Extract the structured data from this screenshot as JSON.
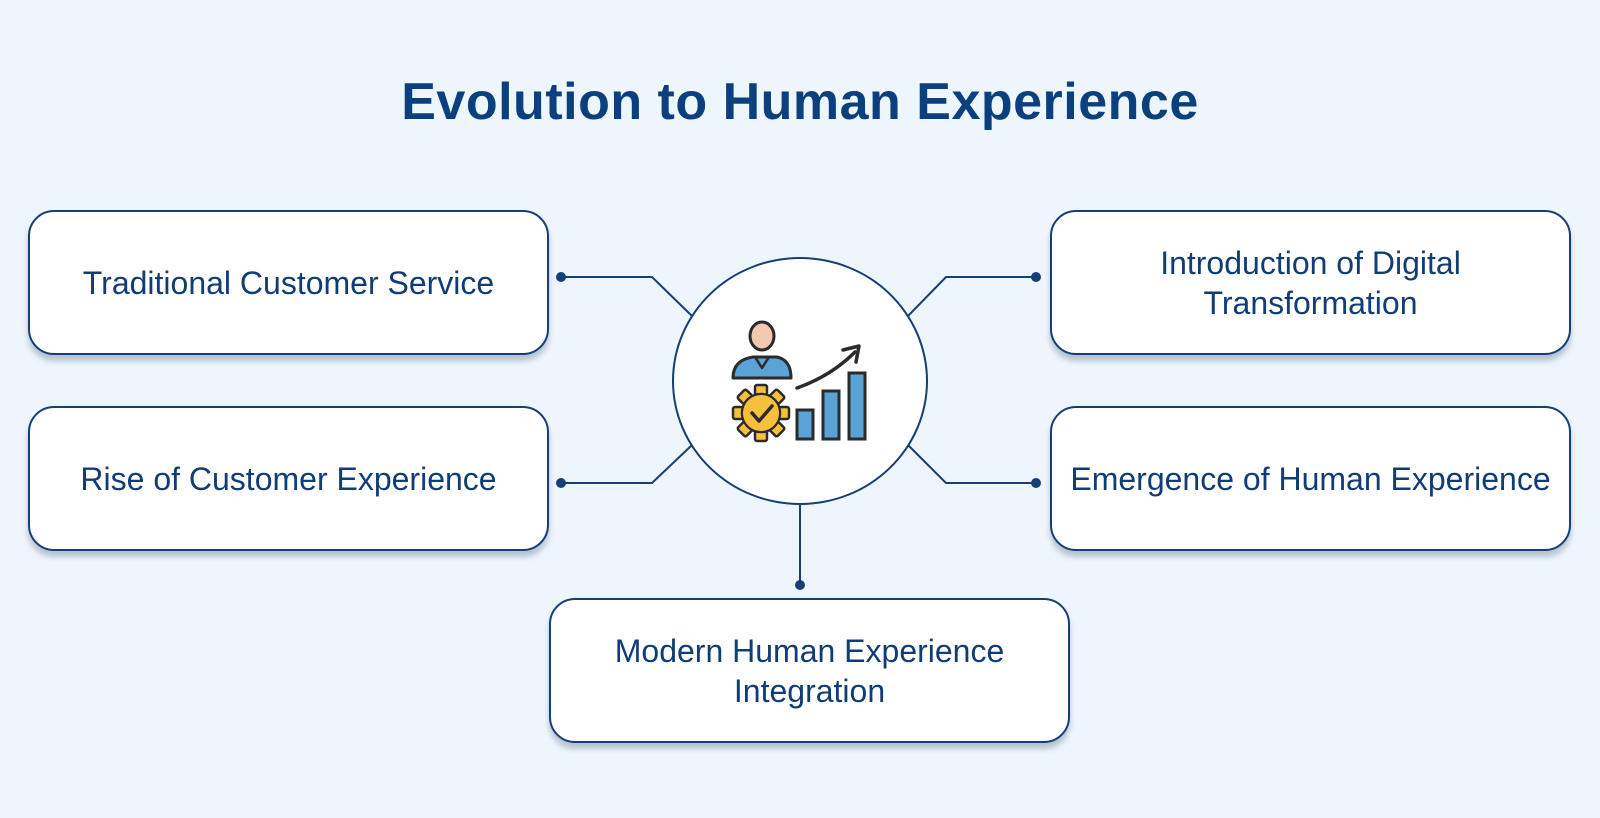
{
  "diagram": {
    "title": "Evolution to Human Experience",
    "center_icon": "person-gear-growth-chart-icon",
    "stages": [
      {
        "label": "Traditional Customer Service"
      },
      {
        "label": "Introduction of Digital Transformation"
      },
      {
        "label": "Rise of Customer Experience"
      },
      {
        "label": "Emergence of Human Experience"
      },
      {
        "label": "Modern Human Experience Integration"
      }
    ]
  },
  "colors": {
    "background": "#eef6fd",
    "navy": "#163f75",
    "title": "#0c3f7e",
    "icon_blue": "#5aa3d6",
    "icon_gear": "#f6bf3c",
    "icon_skin": "#f2c9b0"
  }
}
